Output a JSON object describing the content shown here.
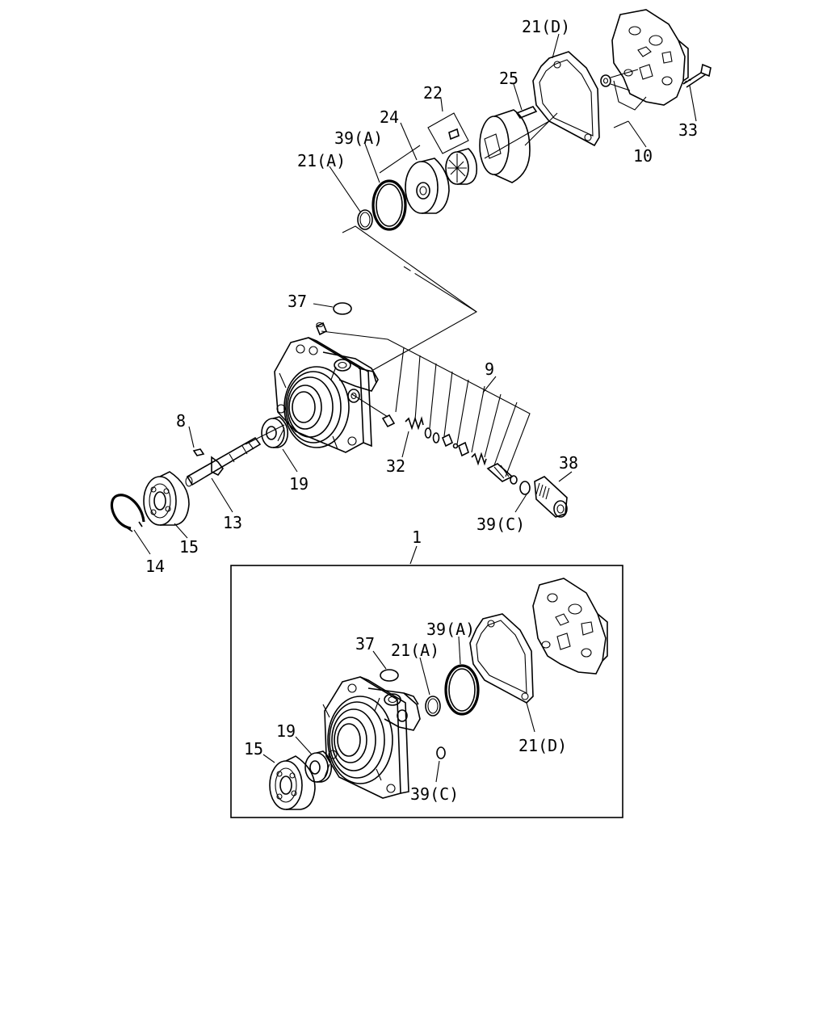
{
  "labels": {
    "p21D": "21(D)",
    "p25": "25",
    "p22": "22",
    "p24": "24",
    "p39A": "39(A)",
    "p21A": "21(A)",
    "p33": "33",
    "p10": "10",
    "p37": "37",
    "p9": "9",
    "p8": "8",
    "p32": "32",
    "p38": "38",
    "p19": "19",
    "p13": "13",
    "p39C": "39(C)",
    "p15": "15",
    "p14": "14",
    "p1": "1"
  },
  "kit": {
    "p37": "37",
    "p21A": "21(A)",
    "p39A": "39(A)",
    "p21D": "21(D)",
    "p19": "19",
    "p15": "15",
    "p39C": "39(C)"
  }
}
